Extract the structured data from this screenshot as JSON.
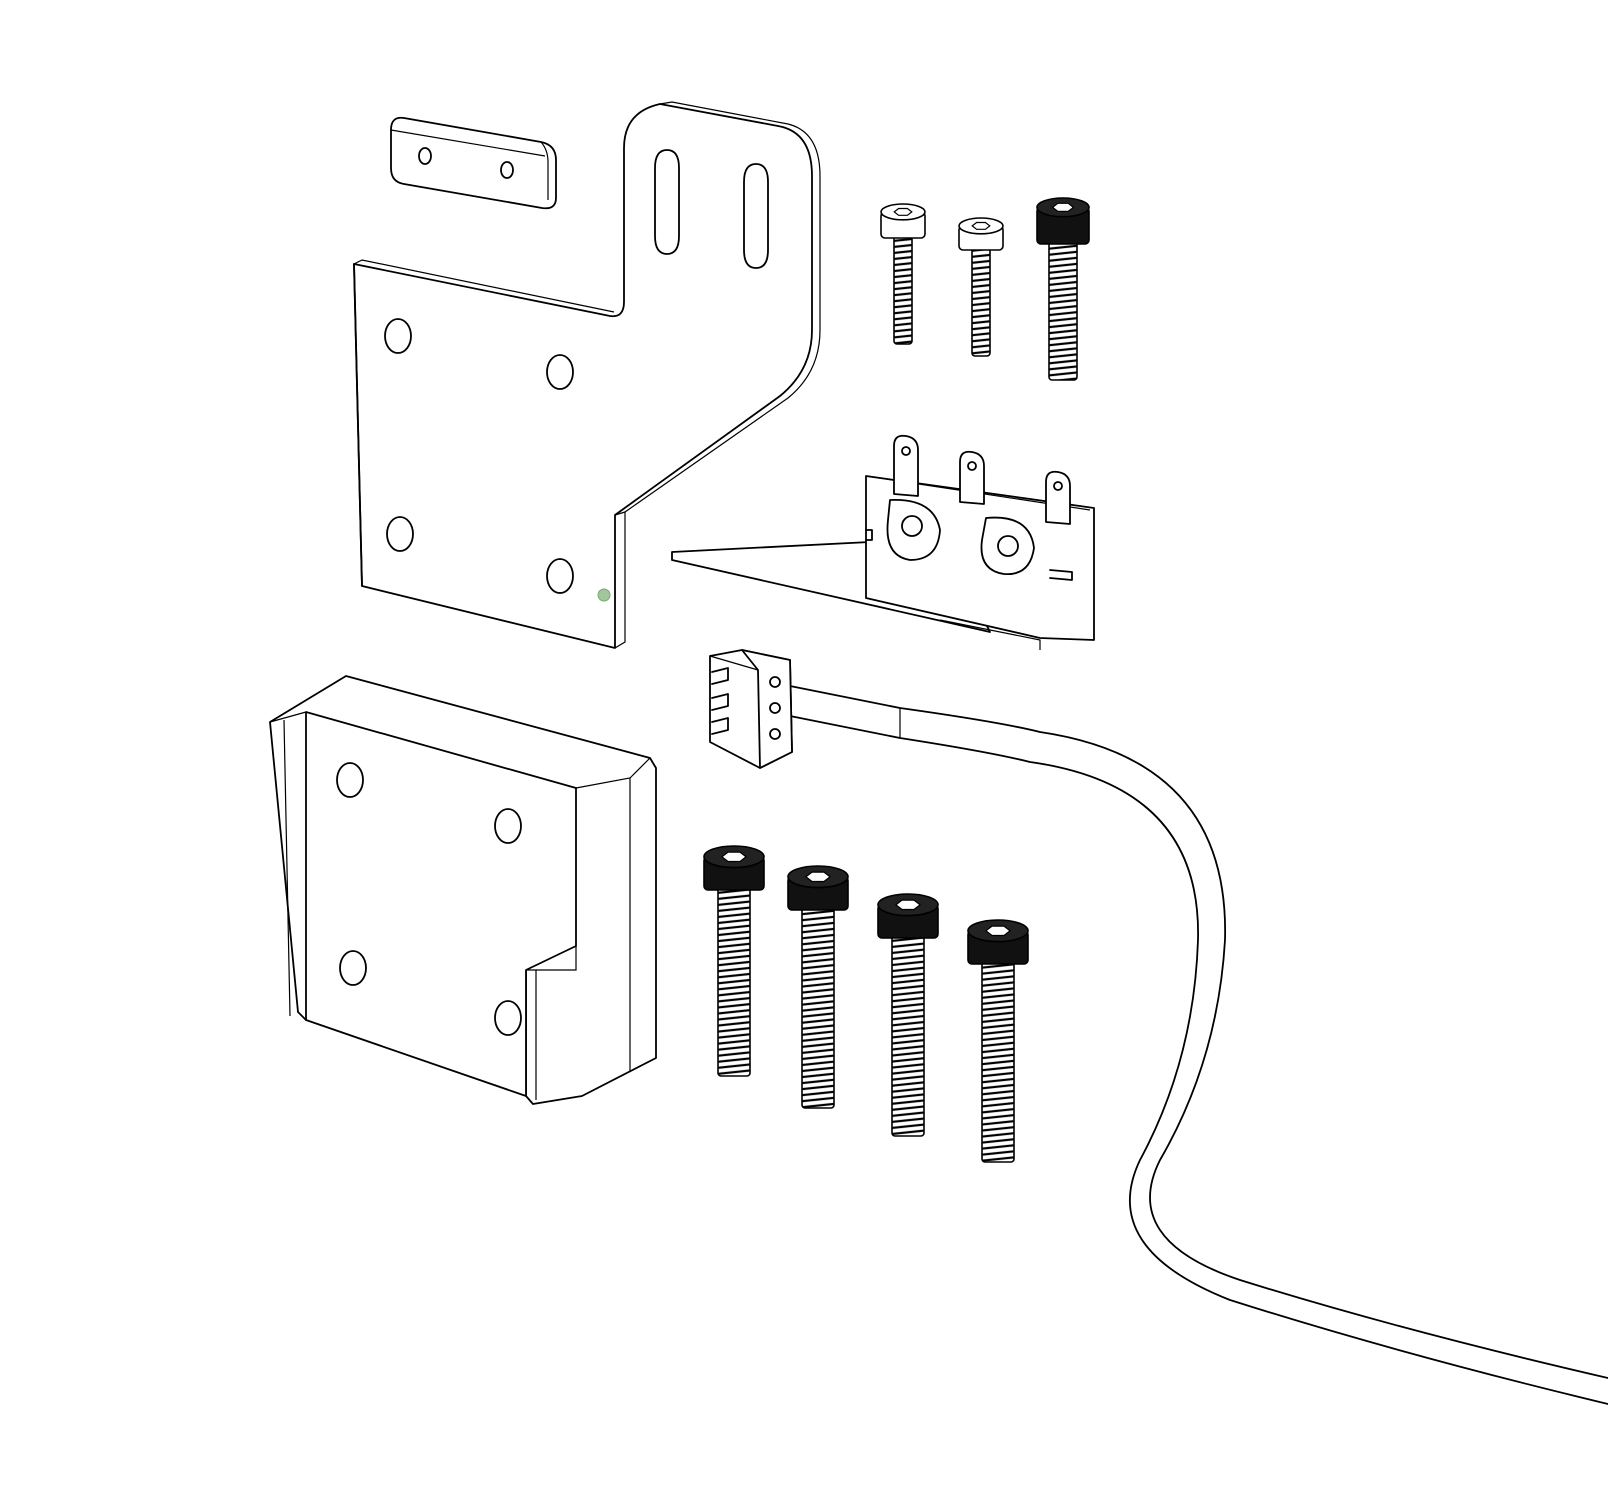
{
  "diagram": {
    "background": "#ffffff",
    "line_color": "#000000",
    "marker_color": "#9fc79a",
    "small_screws": [
      {
        "head": "white"
      },
      {
        "head": "white"
      },
      {
        "head": "black"
      }
    ],
    "large_screws": [
      {
        "head": "black"
      },
      {
        "head": "black"
      },
      {
        "head": "black"
      },
      {
        "head": "black"
      }
    ]
  }
}
